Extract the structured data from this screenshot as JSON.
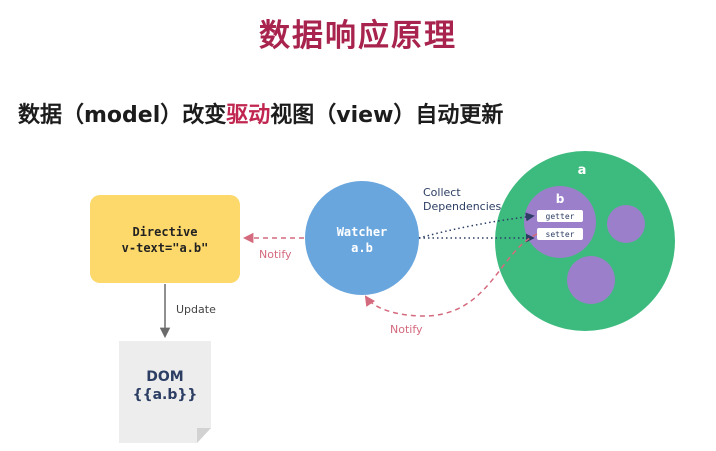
{
  "slide": {
    "title": "数据响应原理",
    "subtitle": {
      "part1": "数据（model）改变",
      "highlight": "驱动",
      "part2": "视图（view）自动更新"
    }
  },
  "diagram": {
    "directive_box": {
      "line1": "Directive",
      "line2": "v-text=\"a.b\""
    },
    "watcher": {
      "line1": "Watcher",
      "line2": "a.b"
    },
    "data_object": {
      "label_a": "a",
      "label_b": "b",
      "getter": "getter",
      "setter": "setter"
    },
    "dom_box": {
      "line1": "DOM",
      "line2": "{{a.b}}"
    },
    "labels": {
      "collect": [
        "Collect",
        "Dependencies"
      ],
      "notify_top": "Notify",
      "notify_bottom": "Notify",
      "update": "Update"
    },
    "colors": {
      "directive_fill": "#fcd96a",
      "watcher_fill": "#6aa6de",
      "object_fill": "#3dbb7e",
      "property_fill": "#9b7fca",
      "dom_fill": "#ededed",
      "notify_color": "#d46a7e",
      "collect_color": "#2c3e63",
      "title_color": "#a8234d"
    }
  }
}
